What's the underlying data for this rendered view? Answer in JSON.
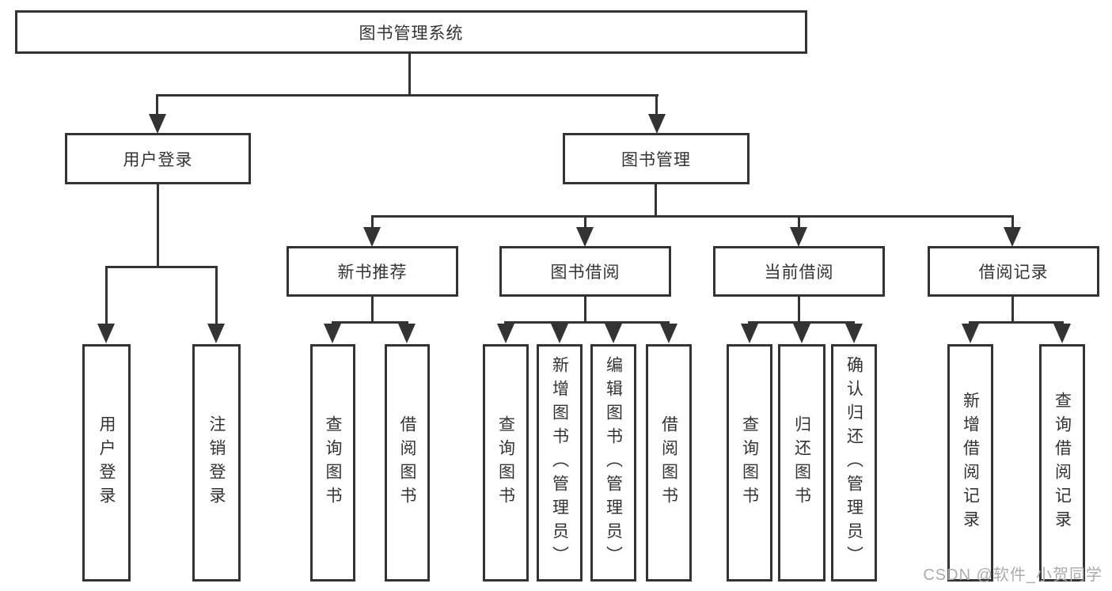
{
  "diagram": {
    "colors": {
      "line": "#333333",
      "text": "#333333",
      "background": "#ffffff",
      "watermark": "#ababab"
    },
    "nodes": {
      "root": {
        "label": "图书管理系统"
      },
      "level2": [
        {
          "label": "用户登录"
        },
        {
          "label": "图书管理"
        }
      ],
      "level3": [
        {
          "label": "新书推荐"
        },
        {
          "label": "图书借阅"
        },
        {
          "label": "当前借阅"
        },
        {
          "label": "借阅记录"
        }
      ],
      "leaves": {
        "user_login": [
          "用户登录",
          "注销登录"
        ],
        "new_book_recommendation": [
          "查询图书",
          "借阅图书"
        ],
        "book_borrowing": [
          "查询图书",
          "新增图书（管理员）",
          "编辑图书（管理员）",
          "借阅图书"
        ],
        "current_borrowing": [
          "查询图书",
          "归还图书",
          "确认归还（管理员）"
        ],
        "borrowing_records": [
          "新增借阅记录",
          "查询借阅记录"
        ]
      }
    },
    "watermark": "CSDN @软件_小贺同学"
  }
}
